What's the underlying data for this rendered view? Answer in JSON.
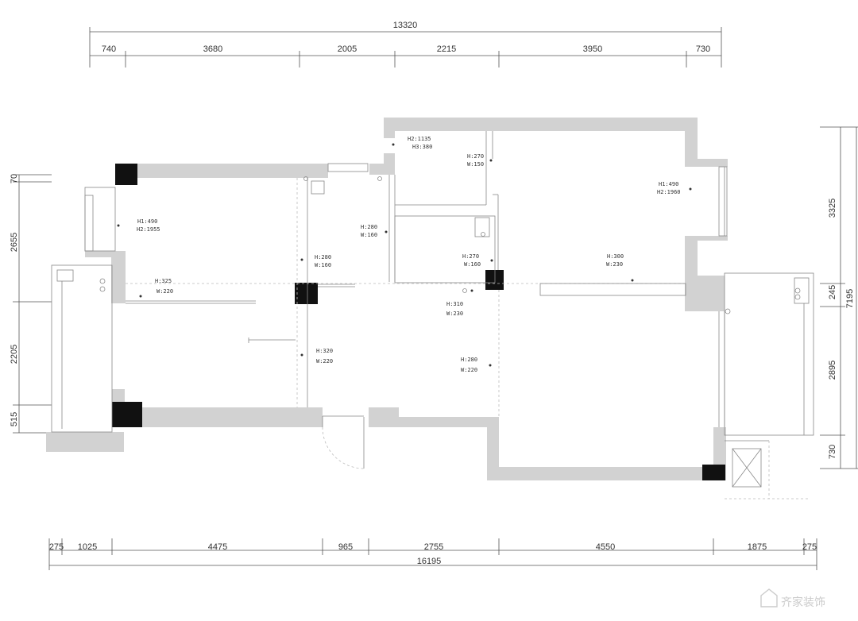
{
  "top_dims": {
    "total": "13320",
    "segments": [
      "740",
      "3680",
      "2005",
      "2215",
      "3950",
      "730"
    ]
  },
  "bottom_dims": {
    "total": "16195",
    "segments": [
      "275",
      "1025",
      "4475",
      "965",
      "2755",
      "4550",
      "1875",
      "275"
    ]
  },
  "left_dims": [
    "70",
    "2655",
    "2205",
    "515"
  ],
  "right_dims": {
    "total": "7195",
    "segments": [
      "3325",
      "245",
      "2895",
      "730"
    ]
  },
  "notes": [
    {
      "line1": "H2:1135",
      "line2": "H3:380"
    },
    {
      "line1": "H:270",
      "line2": "W:150"
    },
    {
      "line1": "H1:490",
      "line2": "H2:1960"
    },
    {
      "line1": "H1:490",
      "line2": "H2:1955"
    },
    {
      "line1": "H:280",
      "line2": "W:160"
    },
    {
      "line1": "H:280",
      "line2": "W:160"
    },
    {
      "line1": "H:270",
      "line2": "W:160"
    },
    {
      "line1": "H:300",
      "line2": "W:230"
    },
    {
      "line1": "H:325",
      "line2": "W:220"
    },
    {
      "line1": "H:310",
      "line2": "W:230"
    },
    {
      "line1": "H:320",
      "line2": "W:220"
    },
    {
      "line1": "H:280",
      "line2": "W:220"
    }
  ],
  "watermark": "齐家装饰"
}
